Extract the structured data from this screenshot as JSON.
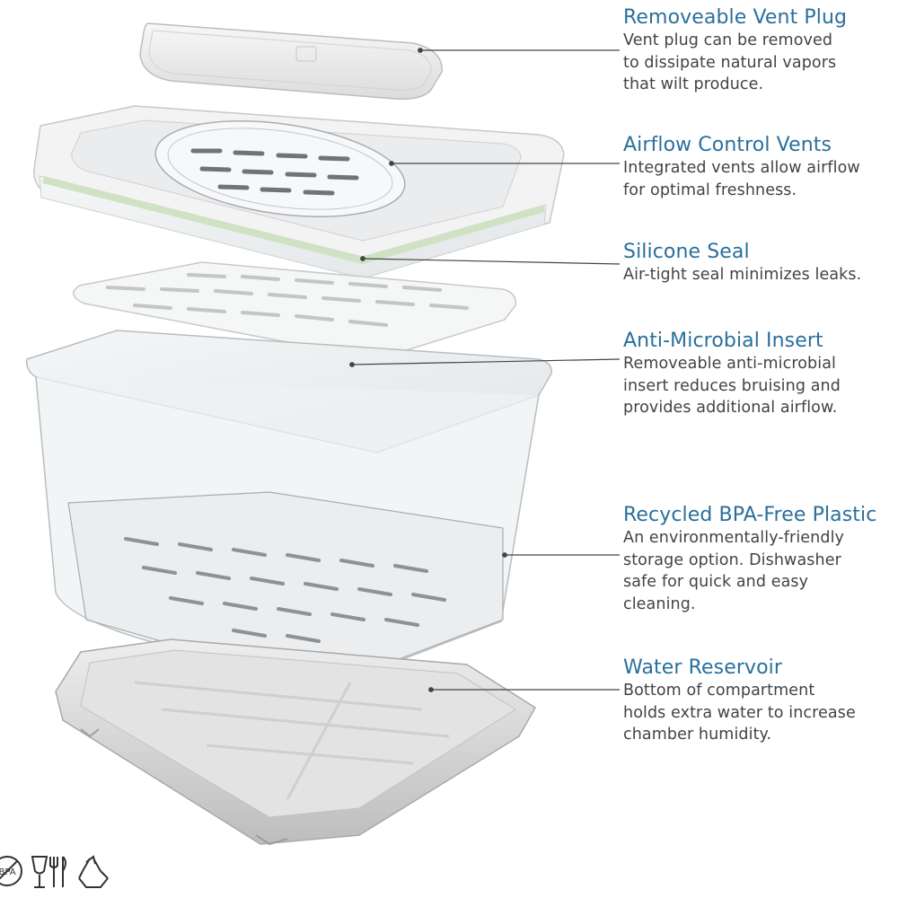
{
  "colors": {
    "heading": "#2a6f9c",
    "body": "#3f4448",
    "seal": "#cfe2c4",
    "leader": "#444444"
  },
  "features": [
    {
      "title": "Removeable Vent Plug",
      "lines": [
        "Vent plug can be removed",
        "to dissipate natural vapors",
        "that wilt produce."
      ]
    },
    {
      "title": "Airflow Control Vents",
      "lines": [
        "Integrated vents allow airflow",
        "for optimal freshness."
      ]
    },
    {
      "title": "Silicone Seal",
      "lines": [
        "Air-tight seal minimizes leaks."
      ]
    },
    {
      "title": "Anti-Microbial Insert",
      "lines": [
        "Removeable anti-microbial",
        "insert reduces bruising and",
        "provides additional airflow."
      ]
    },
    {
      "title": "Recycled BPA-Free Plastic",
      "lines": [
        "An environmentally-friendly",
        "storage option. Dishwasher",
        "safe for quick and easy",
        "cleaning."
      ]
    },
    {
      "title": "Water Reservoir",
      "lines": [
        "Bottom of compartment",
        "holds extra water to increase",
        "chamber humidity."
      ]
    }
  ],
  "icons": [
    {
      "name": "bpa-free-icon",
      "text": "BPA"
    },
    {
      "name": "food-safe-icon",
      "text": ""
    },
    {
      "name": "recycle-icon",
      "text": ""
    }
  ]
}
